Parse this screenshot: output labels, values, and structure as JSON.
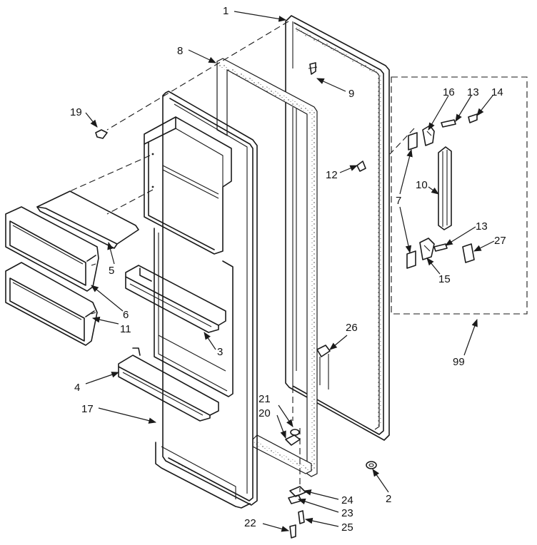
{
  "labels": {
    "l1": "1",
    "l2": "2",
    "l3": "3",
    "l4": "4",
    "l5": "5",
    "l6": "6",
    "l7": "7",
    "l8": "8",
    "l9": "9",
    "l10": "10",
    "l11": "11",
    "l12": "12",
    "l13a": "13",
    "l13b": "13",
    "l14": "14",
    "l15": "15",
    "l16": "16",
    "l17": "17",
    "l19": "19",
    "l20": "20",
    "l21": "21",
    "l22": "22",
    "l23": "23",
    "l24": "24",
    "l25": "25",
    "l26": "26",
    "l27": "27",
    "l99": "99"
  }
}
